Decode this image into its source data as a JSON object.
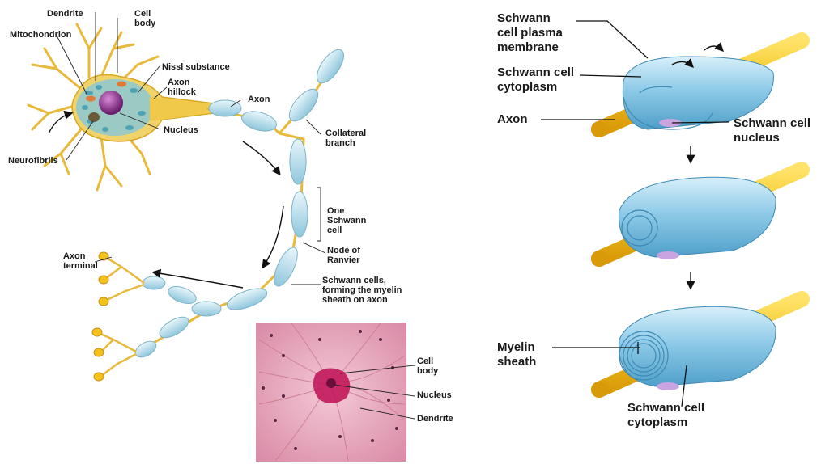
{
  "neuron_labels": {
    "dendrite": "Dendrite",
    "cell_body": "Cell\nbody",
    "mitochondrion": "Mitochondrion",
    "nissl": "Nissl substance",
    "axon_hillock": "Axon\nhillock",
    "axon": "Axon",
    "nucleus": "Nucleus",
    "neurofibrils": "Neurofibrils",
    "collateral": "Collateral\nbranch",
    "one_schwann": "One\nSchwann\ncell",
    "node": "Node of\nRanvier",
    "axon_terminal": "Axon\nterminal",
    "schwann_cells": "Schwann cells,\nforming the myelin\nsheath on axon"
  },
  "micro_labels": {
    "cell_body": "Cell\nbody",
    "nucleus": "Nucleus",
    "dendrite": "Dendrite"
  },
  "myelin_labels": {
    "plasma_membrane": "Schwann\ncell plasma\nmembrane",
    "cytoplasm_top": "Schwann cell\ncytoplasm",
    "axon": "Axon",
    "schwann_nucleus": "Schwann cell\nnucleus",
    "myelin_sheath": "Myelin\nsheath",
    "cytoplasm_bottom": "Schwann cell\ncytoplasm"
  },
  "colors": {
    "axon_yellow": "#f2c21a",
    "schwann_blue": "#a9d8ee",
    "neuron_body": "#8cc7d2",
    "nucleus_purple": "#8a2d8c",
    "micro_pink": "#e6a8bc"
  }
}
